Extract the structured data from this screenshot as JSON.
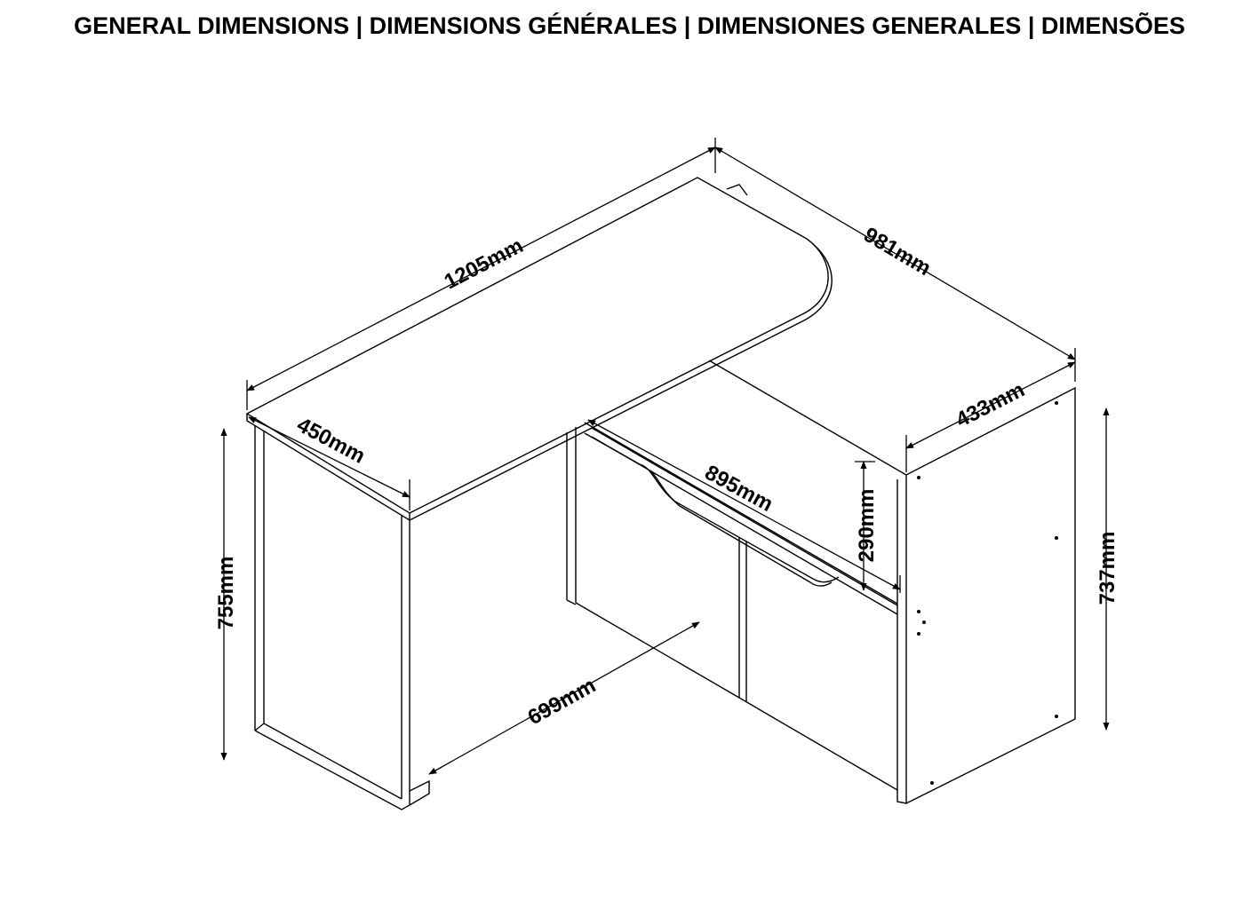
{
  "header": {
    "title": "GENERAL DIMENSIONS | DIMENSIONS GÉNÉRALES | DIMENSIONES GENERALES | DIMENSÕES"
  },
  "dimensions": {
    "d1205": "1205mm",
    "d981": "981mm",
    "d450": "450mm",
    "d433": "433mm",
    "d895": "895mm",
    "d290": "290mm",
    "d755": "755mm",
    "d737": "737mm",
    "d699": "699mm"
  }
}
